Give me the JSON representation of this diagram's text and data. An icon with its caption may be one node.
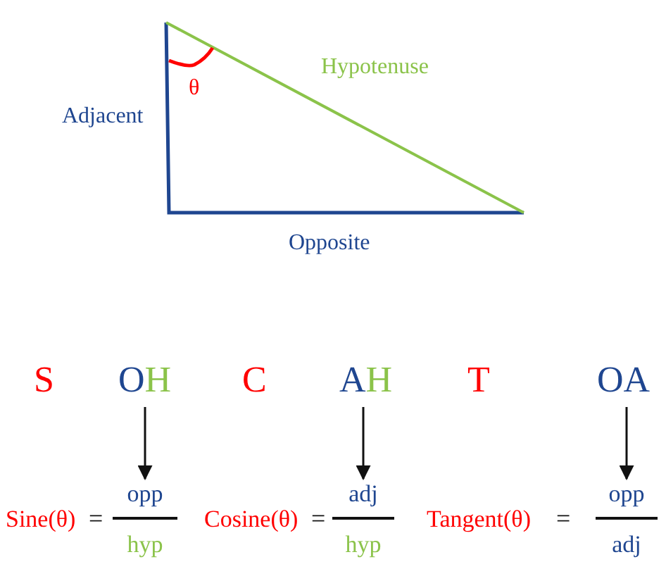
{
  "diagram": {
    "nodes": [
      {
        "text": [
          "OH"
        ]
      },
      {
        "text": [
          "opp",
          "hyp"
        ]
      },
      {
        "text": [
          "AH"
        ]
      },
      {
        "text": [
          "adj",
          "hyp"
        ]
      },
      {
        "text": [
          "OA"
        ]
      },
      {
        "text": [
          "opp",
          "adj"
        ]
      }
    ],
    "edges": [
      {
        "from": 0,
        "to": 1,
        "arrow": "to"
      },
      {
        "from": 2,
        "to": 3,
        "arrow": "to"
      },
      {
        "from": 4,
        "to": 5,
        "arrow": "to"
      }
    ],
    "labels": [
      "Hypotenuse",
      "θ",
      "Adjacent",
      "Opposite",
      "S",
      "C",
      "T",
      "Sine(θ)",
      "=",
      "Cosine(θ)",
      "=",
      "Tangent(θ)",
      "="
    ]
  }
}
